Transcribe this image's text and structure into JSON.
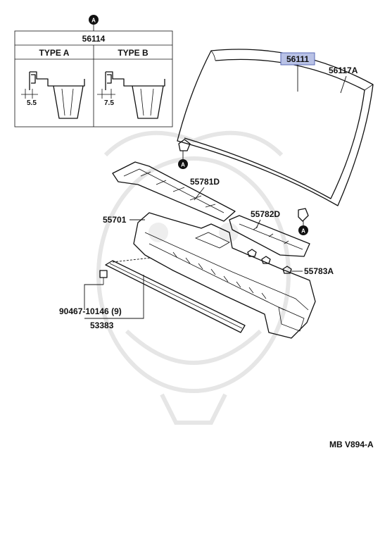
{
  "inset": {
    "marker": "A",
    "part_no": "56114",
    "type_a": "TYPE  A",
    "type_b": "TYPE  B",
    "dim_a": "5.5",
    "dim_b": "7.5"
  },
  "parts": {
    "windshield": "56111",
    "moulding": "56117A",
    "cowl_vent_left": "55781D",
    "cowl_vent_right": "55782D",
    "cowl_panel": "55701",
    "clip": "55783A",
    "bolt": "90467-10146 (9)",
    "seal": "53383"
  },
  "callouts": {
    "marker_left": "A",
    "marker_right": "A"
  },
  "footer": {
    "code": "MB  V894-A"
  },
  "colors": {
    "highlight": "#b9c2e6",
    "highlight_border": "#5a6bb5"
  }
}
